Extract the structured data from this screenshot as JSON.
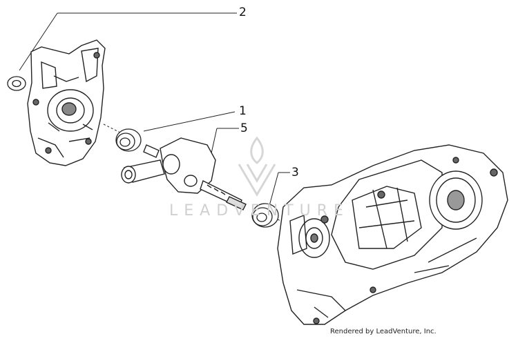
{
  "callouts": [
    {
      "label": "2"
    },
    {
      "label": "1"
    },
    {
      "label": "5"
    },
    {
      "label": "3"
    }
  ],
  "watermark": {
    "text": "LEADVENTURE"
  },
  "credit": {
    "text": "Rendered by LeadVenture, Inc."
  }
}
